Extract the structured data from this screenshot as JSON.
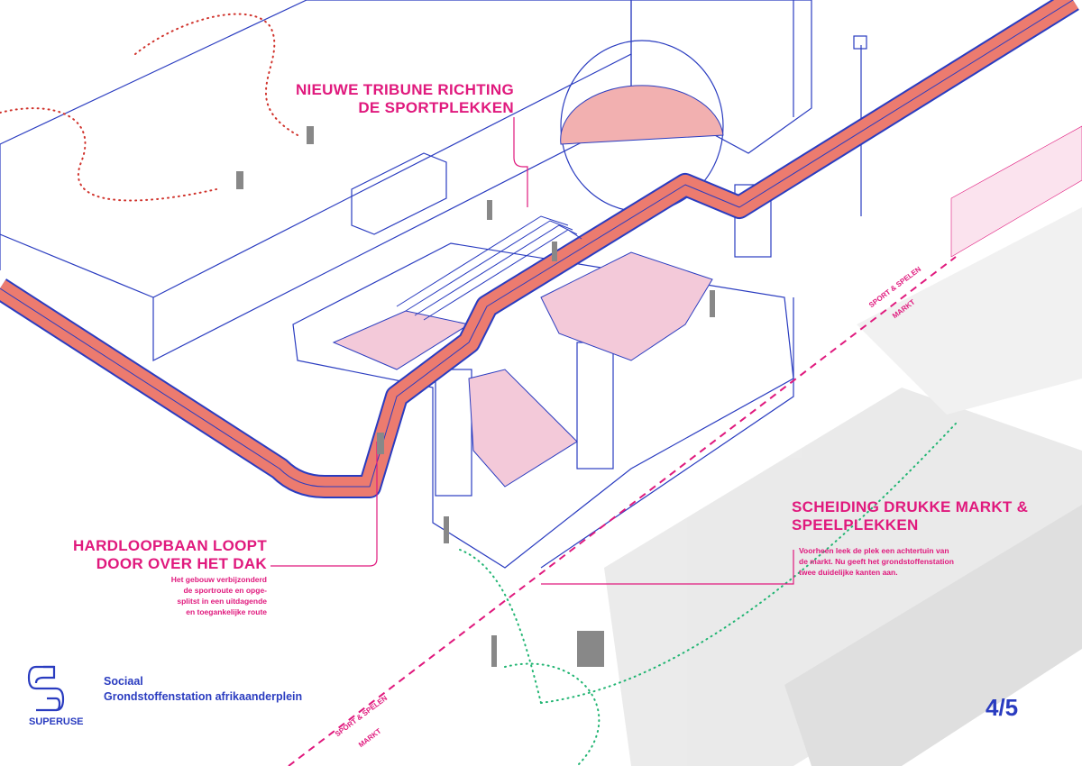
{
  "annotations": {
    "tribune": {
      "line1": "NIEUWE TRIBUNE RICHTING",
      "line2": "DE SPORTPLEKKEN"
    },
    "hardloopbaan": {
      "line1": "HARDLOOPBAAN LOOPT",
      "line2": "DOOR OVER HET DAK",
      "body": [
        "Het gebouw verbijzonderd",
        "de sportroute en opge-",
        "splitst in een uitdagende",
        "en toegankelijke route"
      ]
    },
    "scheiding": {
      "line1": "SCHEIDING DRUKKE MARKT &",
      "line2": "SPEELPLEKKEN",
      "body": [
        "Voorheen leek de plek een achtertuin van",
        "de markt. Nu geeft het grondstoffenstation",
        "twee duidelijke kanten aan."
      ]
    }
  },
  "boundary_labels": {
    "upper": {
      "top": "SPORT & SPELEN",
      "bottom": "MARKT"
    },
    "lower": {
      "top": "SPORT & SPELEN",
      "bottom": "MARKT"
    }
  },
  "footer": {
    "logo_text": "SUPERUSE",
    "project_line1": "Sociaal",
    "project_line2": "Grondstoffenstation  afrikaanderplein",
    "page_number": "4/5"
  },
  "colors": {
    "magenta": "#e0197d",
    "blue": "#2a3cc0",
    "track": "#ec7b6f",
    "path": "#22b573"
  }
}
